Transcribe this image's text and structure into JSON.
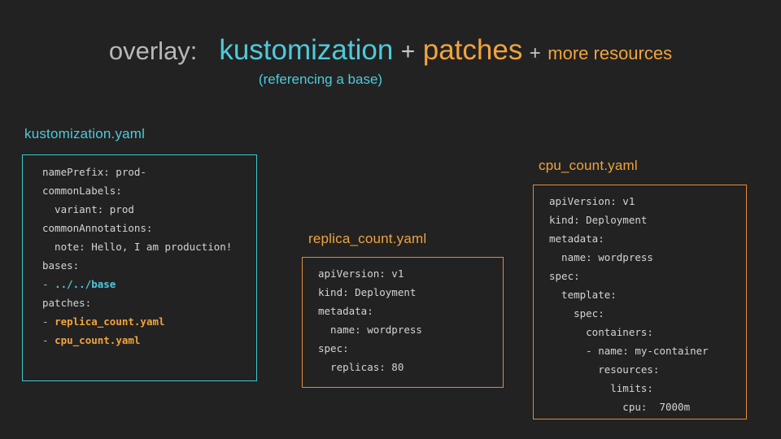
{
  "slide": {
    "background_color": "#222222",
    "title": {
      "prefix": "overlay:",
      "term_primary": "kustomization",
      "plus_1": "+",
      "term_secondary": "patches",
      "plus_2": "+",
      "trailing": "more resources",
      "subtitle": "(referencing a base)"
    },
    "colors": {
      "cyan": "#4ecadb",
      "orange": "#f0a33e",
      "gray": "#b8b8b8",
      "code_text": "#d4d4d4"
    }
  },
  "panels": [
    {
      "label": "kustomization.yaml",
      "accent": "#4ecadb",
      "lines": [
        {
          "indent": 0,
          "text": "namePrefix: prod-"
        },
        {
          "indent": 0,
          "text": "commonLabels:"
        },
        {
          "indent": 1,
          "text": "variant: prod"
        },
        {
          "indent": 0,
          "text": "commonAnnotations:"
        },
        {
          "indent": 1,
          "text": "note: Hello, I am production!"
        },
        {
          "indent": 0,
          "text": "bases:"
        },
        {
          "indent": 0,
          "dash": "- ",
          "value": "../../base",
          "highlight": "cyan"
        },
        {
          "indent": 0,
          "text": "patches:"
        },
        {
          "indent": 0,
          "dash": "- ",
          "value": "replica_count.yaml",
          "highlight": "orange"
        },
        {
          "indent": 0,
          "dash": "- ",
          "value": "cpu_count.yaml",
          "highlight": "orange"
        }
      ]
    },
    {
      "label": "replica_count.yaml",
      "accent": "#f0a33e",
      "lines": [
        {
          "indent": 0,
          "text": "apiVersion: v1"
        },
        {
          "indent": 0,
          "text": "kind: Deployment"
        },
        {
          "indent": 0,
          "text": "metadata:"
        },
        {
          "indent": 1,
          "text": "name: wordpress"
        },
        {
          "indent": 0,
          "text": "spec:"
        },
        {
          "indent": 1,
          "text": "replicas: 80"
        }
      ]
    },
    {
      "label": "cpu_count.yaml",
      "accent": "#f0a33e",
      "lines": [
        {
          "indent": 0,
          "text": "apiVersion: v1"
        },
        {
          "indent": 0,
          "text": "kind: Deployment"
        },
        {
          "indent": 0,
          "text": "metadata:"
        },
        {
          "indent": 1,
          "text": "name: wordpress"
        },
        {
          "indent": 0,
          "text": "spec:"
        },
        {
          "indent": 1,
          "text": "template:"
        },
        {
          "indent": 2,
          "text": "spec:"
        },
        {
          "indent": 3,
          "text": "containers:"
        },
        {
          "indent": 3,
          "text": "- name: my-container"
        },
        {
          "indent": 4,
          "text": "resources:"
        },
        {
          "indent": 5,
          "text": "limits:"
        },
        {
          "indent": 6,
          "text": "cpu:  7000m"
        }
      ]
    }
  ]
}
